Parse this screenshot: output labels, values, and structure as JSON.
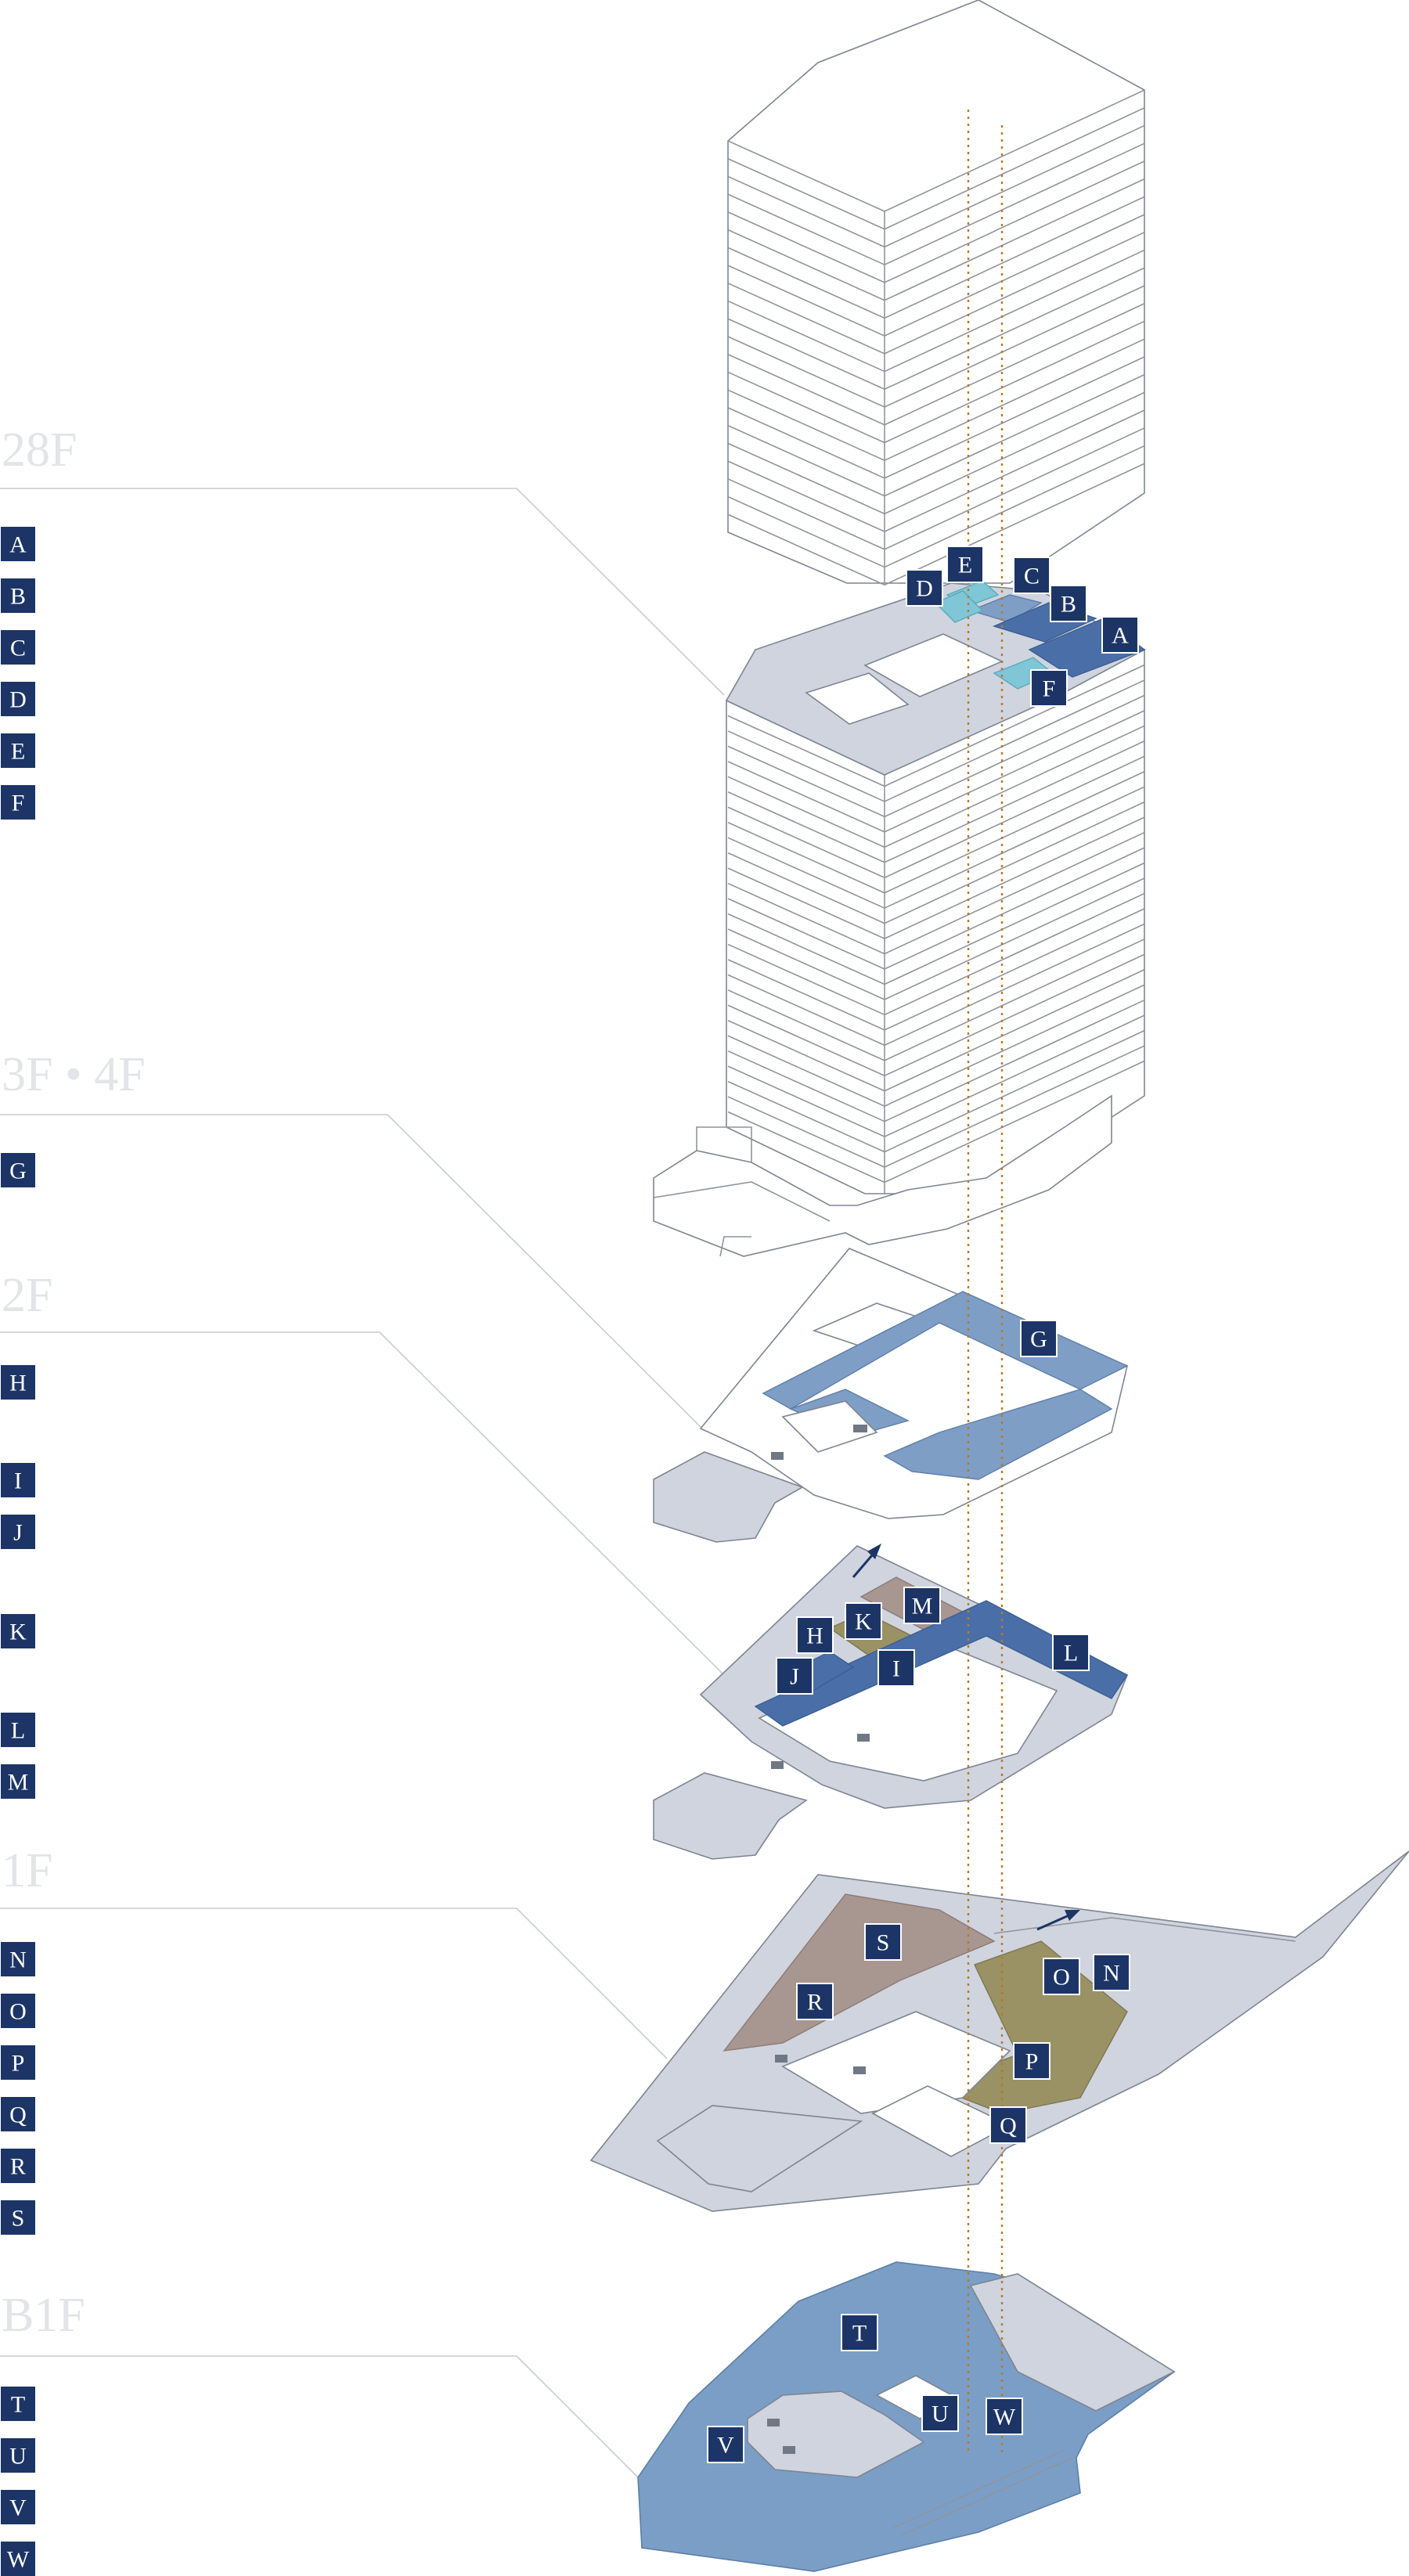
{
  "floors": [
    {
      "label": "28F",
      "legend": [
        "A",
        "B",
        "C",
        "D",
        "E",
        "F"
      ]
    },
    {
      "label": "3F • 4F",
      "legend": [
        "G"
      ]
    },
    {
      "label": "2F",
      "legend": [
        "H",
        "I",
        "J",
        "K",
        "L",
        "M"
      ]
    },
    {
      "label": "1F",
      "legend": [
        "N",
        "O",
        "P",
        "Q",
        "R",
        "S"
      ]
    },
    {
      "label": "B1F",
      "legend": [
        "T",
        "U",
        "V",
        "W"
      ]
    }
  ],
  "map_badges": [
    "A",
    "B",
    "C",
    "D",
    "E",
    "F",
    "G",
    "H",
    "I",
    "J",
    "K",
    "L",
    "M",
    "N",
    "O",
    "P",
    "Q",
    "R",
    "S",
    "T",
    "U",
    "V",
    "W"
  ],
  "colors": {
    "badge": "#1c3566",
    "floor_label": "#e2e4e8",
    "slab": "#cfd4de",
    "area_blue": "#7e9ec5",
    "area_blue_dark": "#4a6fa8",
    "area_teal": "#7fc6d6",
    "area_mauve": "#a89690",
    "area_olive": "#9a9264",
    "elevator_line": "#b57a2a"
  },
  "icons": {
    "north_arrow": "north-arrow-icon"
  }
}
